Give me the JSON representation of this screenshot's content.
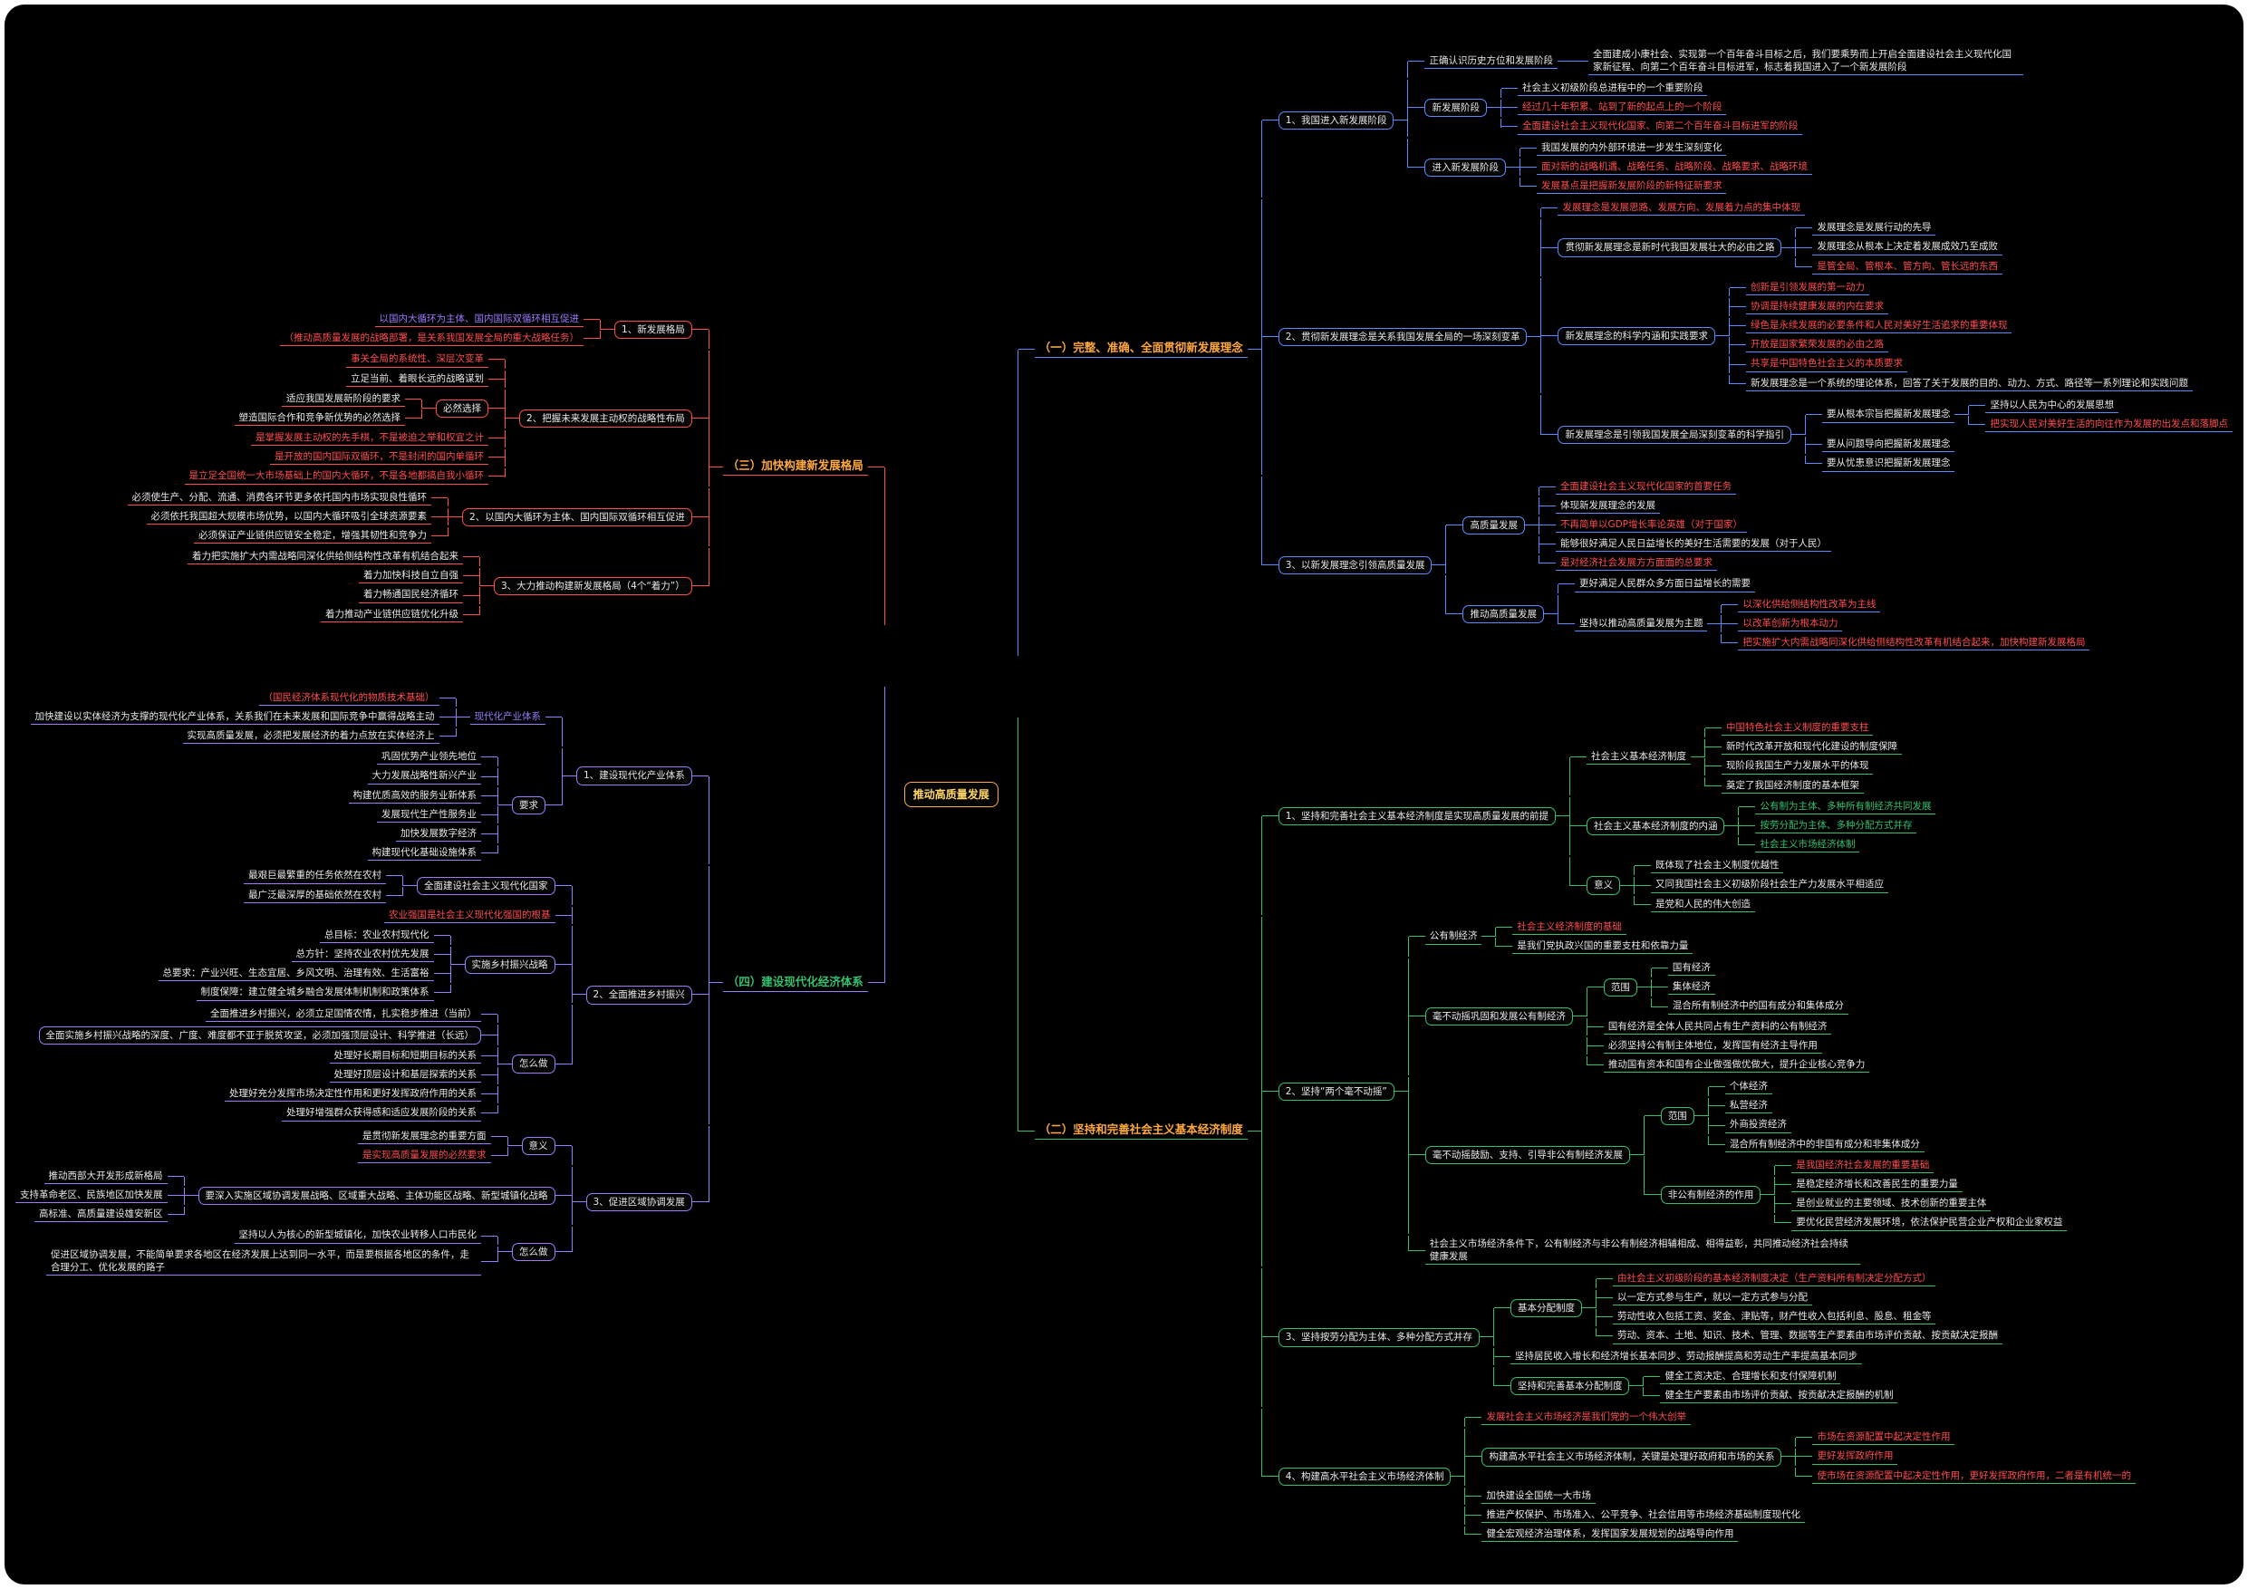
{
  "palette": {
    "blue": "#5b8cff",
    "green": "#35c06f",
    "red": "#ff4d4f",
    "purple": "#9d7bff",
    "orange": "#ffa940",
    "magenta": "#e85ce8",
    "yellow": "#ffd666",
    "white": "#e8e8e8"
  },
  "root": {
    "t": "推动高质量发展"
  },
  "right": [
    {
      "t": "（一）完整、准确、全面贯彻新发展理念",
      "c": "o",
      "lc": "blue",
      "children": [
        {
          "t": "1、我国进入新发展阶段",
          "box": true,
          "children": [
            {
              "t": "正确认识历史方位和发展阶段",
              "children": [
                {
                  "t": "全面建成小康社会、实现第一个百年奋斗目标之后，我们要乘势而上开启全面建设社会主义现代化国家新征程、向第二个百年奋斗目标进军，标志着我国进入了一个新发展阶段"
                }
              ]
            },
            {
              "t": "新发展阶段",
              "box": true,
              "children": [
                {
                  "t": "社会主义初级阶段总进程中的一个重要阶段"
                },
                {
                  "t": "经过几十年积累、站到了新的起点上的一个阶段",
                  "c": "r"
                },
                {
                  "t": "全面建设社会主义现代化国家、向第二个百年奋斗目标进军的阶段",
                  "c": "r"
                }
              ]
            },
            {
              "t": "进入新发展阶段",
              "box": true,
              "children": [
                {
                  "t": "我国发展的内外部环境进一步发生深刻变化"
                },
                {
                  "t": "面对新的战略机遇、战略任务、战略阶段、战略要求、战略环境",
                  "c": "r"
                },
                {
                  "t": "发展基点是把握新发展阶段的新特征新要求",
                  "c": "r"
                }
              ]
            }
          ]
        },
        {
          "t": "2、贯彻新发展理念是关系我国发展全局的一场深刻变革",
          "box": true,
          "children": [
            {
              "t": "发展理念是发展思路、发展方向、发展着力点的集中体现",
              "c": "r"
            },
            {
              "t": "贯彻新发展理念是新时代我国发展壮大的必由之路",
              "box": true,
              "children": [
                {
                  "t": "发展理念是发展行动的先导"
                },
                {
                  "t": "发展理念从根本上决定着发展成效乃至成败"
                },
                {
                  "t": "是管全局、管根本、管方向、管长远的东西",
                  "c": "r"
                }
              ]
            },
            {
              "t": "新发展理念的科学内涵和实践要求",
              "box": true,
              "children": [
                {
                  "t": "创新是引领发展的第一动力",
                  "c": "r"
                },
                {
                  "t": "协调是持续健康发展的内在要求",
                  "c": "r"
                },
                {
                  "t": "绿色是永续发展的必要条件和人民对美好生活追求的重要体现",
                  "c": "r"
                },
                {
                  "t": "开放是国家繁荣发展的必由之路",
                  "c": "r"
                },
                {
                  "t": "共享是中国特色社会主义的本质要求",
                  "c": "r"
                },
                {
                  "t": "新发展理念是一个系统的理论体系，回答了关于发展的目的、动力、方式、路径等一系列理论和实践问题"
                }
              ]
            },
            {
              "t": "新发展理念是引领我国发展全局深刻变革的科学指引",
              "box": true,
              "children": [
                {
                  "t": "要从根本宗旨把握新发展理念",
                  "children": [
                    {
                      "t": "坚持以人民为中心的发展思想"
                    },
                    {
                      "t": "把实现人民对美好生活的向往作为发展的出发点和落脚点",
                      "c": "r"
                    }
                  ]
                },
                {
                  "t": "要从问题导向把握新发展理念"
                },
                {
                  "t": "要从忧患意识把握新发展理念"
                }
              ]
            }
          ]
        },
        {
          "t": "3、以新发展理念引领高质量发展",
          "box": true,
          "children": [
            {
              "t": "高质量发展",
              "box": true,
              "children": [
                {
                  "t": "全面建设社会主义现代化国家的首要任务",
                  "c": "r"
                },
                {
                  "t": "体现新发展理念的发展"
                },
                {
                  "t": "不再简单以GDP增长率论英雄（对于国家）",
                  "c": "r"
                },
                {
                  "t": "能够很好满足人民日益增长的美好生活需要的发展（对于人民）"
                },
                {
                  "t": "是对经济社会发展方方面面的总要求",
                  "c": "r"
                }
              ]
            },
            {
              "t": "推动高质量发展",
              "box": true,
              "children": [
                {
                  "t": "更好满足人民群众多方面日益增长的需要"
                },
                {
                  "t": "坚持以推动高质量发展为主题",
                  "children": [
                    {
                      "t": "以深化供给侧结构性改革为主线",
                      "c": "r"
                    },
                    {
                      "t": "以改革创新为根本动力",
                      "c": "r"
                    },
                    {
                      "t": "把实施扩大内需战略同深化供给侧结构性改革有机结合起来，加快构建新发展格局",
                      "c": "r"
                    }
                  ]
                }
              ]
            }
          ]
        }
      ]
    },
    {
      "t": "（二）坚持和完善社会主义基本经济制度",
      "c": "o",
      "lc": "green",
      "children": [
        {
          "t": "1、坚持和完善社会主义基本经济制度是实现高质量发展的前提",
          "box": true,
          "children": [
            {
              "t": "社会主义基本经济制度",
              "children": [
                {
                  "t": "中国特色社会主义制度的重要支柱",
                  "c": "r"
                },
                {
                  "t": "新时代改革开放和现代化建设的制度保障"
                },
                {
                  "t": "现阶段我国生产力发展水平的体现"
                },
                {
                  "t": "奠定了我国经济制度的基本框架"
                }
              ]
            },
            {
              "t": "社会主义基本经济制度的内涵",
              "box": true,
              "children": [
                {
                  "t": "公有制为主体、多种所有制经济共同发展",
                  "c": "g"
                },
                {
                  "t": "按劳分配为主体、多种分配方式并存",
                  "c": "g"
                },
                {
                  "t": "社会主义市场经济体制",
                  "c": "g"
                }
              ]
            },
            {
              "t": "意义",
              "box": true,
              "children": [
                {
                  "t": "既体现了社会主义制度优越性"
                },
                {
                  "t": "又同我国社会主义初级阶段社会生产力发展水平相适应"
                },
                {
                  "t": "是党和人民的伟大创造"
                }
              ]
            }
          ]
        },
        {
          "t": "2、坚持“两个毫不动摇”",
          "box": true,
          "children": [
            {
              "t": "公有制经济",
              "children": [
                {
                  "t": "社会主义经济制度的基础",
                  "c": "r"
                },
                {
                  "t": "是我们党执政兴国的重要支柱和依靠力量"
                }
              ]
            },
            {
              "t": "毫不动摇巩固和发展公有制经济",
              "box": true,
              "children": [
                {
                  "t": "范围",
                  "box": true,
                  "children": [
                    {
                      "t": "国有经济"
                    },
                    {
                      "t": "集体经济"
                    },
                    {
                      "t": "混合所有制经济中的国有成分和集体成分"
                    }
                  ]
                },
                {
                  "t": "国有经济是全体人民共同占有生产资料的公有制经济"
                },
                {
                  "t": "必须坚持公有制主体地位，发挥国有经济主导作用"
                },
                {
                  "t": "推动国有资本和国有企业做强做优做大，提升企业核心竞争力"
                }
              ]
            },
            {
              "t": "毫不动摇鼓励、支持、引导非公有制经济发展",
              "box": true,
              "children": [
                {
                  "t": "范围",
                  "box": true,
                  "children": [
                    {
                      "t": "个体经济"
                    },
                    {
                      "t": "私营经济"
                    },
                    {
                      "t": "外商投资经济"
                    },
                    {
                      "t": "混合所有制经济中的非国有成分和非集体成分"
                    }
                  ]
                },
                {
                  "t": "非公有制经济的作用",
                  "box": true,
                  "children": [
                    {
                      "t": "是我国经济社会发展的重要基础",
                      "c": "r"
                    },
                    {
                      "t": "是稳定经济增长和改善民生的重要力量"
                    },
                    {
                      "t": "是创业就业的主要领域、技术创新的重要主体"
                    },
                    {
                      "t": "要优化民营经济发展环境，依法保护民营企业产权和企业家权益"
                    }
                  ]
                }
              ]
            },
            {
              "t": "社会主义市场经济条件下，公有制经济与非公有制经济相辅相成、相得益彰，共同推动经济社会持续健康发展"
            }
          ]
        },
        {
          "t": "3、坚持按劳分配为主体、多种分配方式并存",
          "box": true,
          "children": [
            {
              "t": "基本分配制度",
              "box": true,
              "children": [
                {
                  "t": "由社会主义初级阶段的基本经济制度决定（生产资料所有制决定分配方式）",
                  "c": "r"
                },
                {
                  "t": "以一定方式参与生产，就以一定方式参与分配"
                },
                {
                  "t": "劳动性收入包括工资、奖金、津贴等，财产性收入包括利息、股息、租金等"
                },
                {
                  "t": "劳动、资本、土地、知识、技术、管理、数据等生产要素由市场评价贡献、按贡献决定报酬"
                }
              ]
            },
            {
              "t": "坚持居民收入增长和经济增长基本同步、劳动报酬提高和劳动生产率提高基本同步"
            },
            {
              "t": "坚持和完善基本分配制度",
              "box": true,
              "children": [
                {
                  "t": "健全工资决定、合理增长和支付保障机制"
                },
                {
                  "t": "健全生产要素由市场评价贡献、按贡献决定报酬的机制"
                }
              ]
            }
          ]
        },
        {
          "t": "4、构建高水平社会主义市场经济体制",
          "box": true,
          "children": [
            {
              "t": "发展社会主义市场经济是我们党的一个伟大创举",
              "c": "r"
            },
            {
              "t": "构建高水平社会主义市场经济体制，关键是处理好政府和市场的关系",
              "box": true,
              "children": [
                {
                  "t": "市场在资源配置中起决定性作用",
                  "c": "r"
                },
                {
                  "t": "更好发挥政府作用",
                  "c": "r"
                },
                {
                  "t": "使市场在资源配置中起决定性作用，更好发挥政府作用，二者是有机统一的",
                  "c": "r"
                }
              ]
            },
            {
              "t": "加快建设全国统一大市场"
            },
            {
              "t": "推进产权保护、市场准入、公平竞争、社会信用等市场经济基础制度现代化"
            },
            {
              "t": "健全宏观经济治理体系，发挥国家发展规划的战略导向作用"
            }
          ]
        }
      ]
    }
  ],
  "left": [
    {
      "t": "（三）加快构建新发展格局",
      "c": "o",
      "lc": "red",
      "children": [
        {
          "t": "1、新发展格局",
          "box": true,
          "children": [
            {
              "t": "以国内大循环为主体、国内国际双循环相互促进",
              "c": "p"
            },
            {
              "t": "（推动高质量发展的战略部署，是关系我国发展全局的重大战略任务）",
              "c": "r"
            }
          ]
        },
        {
          "t": "2、把握未来发展主动权的战略性布局",
          "box": true,
          "children": [
            {
              "t": "事关全局的系统性、深层次变革",
              "c": "r"
            },
            {
              "t": "立足当前、着眼长远的战略谋划"
            },
            {
              "t": "必然选择",
              "box": true,
              "children": [
                {
                  "t": "适应我国发展新阶段的要求"
                },
                {
                  "t": "塑造国际合作和竞争新优势的必然选择"
                }
              ]
            },
            {
              "t": "是掌握发展主动权的先手棋，不是被迫之举和权宜之计",
              "c": "r"
            },
            {
              "t": "是开放的国内国际双循环，不是封闭的国内单循环",
              "c": "r"
            },
            {
              "t": "是立足全国统一大市场基础上的国内大循环，不是各地都搞自我小循环",
              "c": "r"
            }
          ]
        },
        {
          "t": "2、以国内大循环为主体、国内国际双循环相互促进",
          "box": true,
          "children": [
            {
              "t": "必须使生产、分配、流通、消费各环节更多依托国内市场实现良性循环"
            },
            {
              "t": "必须依托我国超大规模市场优势，以国内大循环吸引全球资源要素"
            },
            {
              "t": "必须保证产业链供应链安全稳定，增强其韧性和竞争力"
            }
          ]
        },
        {
          "t": "3、大力推动构建新发展格局（4个“着力”）",
          "box": true,
          "children": [
            {
              "t": "着力把实施扩大内需战略同深化供给侧结构性改革有机结合起来"
            },
            {
              "t": "着力加快科技自立自强"
            },
            {
              "t": "着力畅通国民经济循环"
            },
            {
              "t": "着力推动产业链供应链优化升级"
            }
          ]
        }
      ]
    },
    {
      "t": "（四）建设现代化经济体系",
      "c": "g",
      "lc": "purple",
      "children": [
        {
          "t": "1、建设现代化产业体系",
          "box": true,
          "children": [
            {
              "t": "现代化产业体系",
              "c": "p",
              "children": [
                {
                  "t": "（国民经济体系现代化的物质技术基础）",
                  "c": "r"
                },
                {
                  "t": "加快建设以实体经济为支撑的现代化产业体系，关系我们在未来发展和国际竞争中赢得战略主动"
                },
                {
                  "t": "实现高质量发展，必须把发展经济的着力点放在实体经济上"
                }
              ]
            },
            {
              "t": "要求",
              "box": true,
              "children": [
                {
                  "t": "巩固优势产业领先地位"
                },
                {
                  "t": "大力发展战略性新兴产业"
                },
                {
                  "t": "构建优质高效的服务业新体系"
                },
                {
                  "t": "发展现代生产性服务业"
                },
                {
                  "t": "加快发展数字经济"
                },
                {
                  "t": "构建现代化基础设施体系"
                }
              ]
            }
          ]
        },
        {
          "t": "2、全面推进乡村振兴",
          "box": true,
          "children": [
            {
              "t": "全面建设社会主义现代化国家",
              "box": true,
              "children": [
                {
                  "t": "最艰巨最繁重的任务依然在农村"
                },
                {
                  "t": "最广泛最深厚的基础依然在农村"
                }
              ]
            },
            {
              "t": "农业强国是社会主义现代化强国的根基",
              "c": "r"
            },
            {
              "t": "实施乡村振兴战略",
              "box": true,
              "children": [
                {
                  "t": "总目标：农业农村现代化"
                },
                {
                  "t": "总方针：坚持农业农村优先发展"
                },
                {
                  "t": "总要求：产业兴旺、生态宜居、乡风文明、治理有效、生活富裕"
                },
                {
                  "t": "制度保障：建立健全城乡融合发展体制机制和政策体系"
                }
              ]
            },
            {
              "t": "怎么做",
              "box": true,
              "children": [
                {
                  "t": "全面推进乡村振兴，必须立足国情农情，扎实稳步推进（当前）"
                },
                {
                  "t": "全面实施乡村振兴战略的深度、广度、难度都不亚于脱贫攻坚，必须加强顶层设计、科学推进（长远）",
                  "box": true
                },
                {
                  "t": "处理好长期目标和短期目标的关系"
                },
                {
                  "t": "处理好顶层设计和基层探索的关系"
                },
                {
                  "t": "处理好充分发挥市场决定性作用和更好发挥政府作用的关系"
                },
                {
                  "t": "处理好增强群众获得感和适应发展阶段的关系"
                }
              ]
            }
          ]
        },
        {
          "t": "3、促进区域协调发展",
          "box": true,
          "children": [
            {
              "t": "意义",
              "box": true,
              "children": [
                {
                  "t": "是贯彻新发展理念的重要方面"
                },
                {
                  "t": "是实现高质量发展的必然要求",
                  "c": "r"
                }
              ]
            },
            {
              "t": "要深入实施区域协调发展战略、区域重大战略、主体功能区战略、新型城镇化战略",
              "box": true,
              "children": [
                {
                  "t": "推动西部大开发形成新格局"
                },
                {
                  "t": "支持革命老区、民族地区加快发展"
                },
                {
                  "t": "高标准、高质量建设雄安新区"
                }
              ]
            },
            {
              "t": "怎么做",
              "box": true,
              "children": [
                {
                  "t": "坚持以人为核心的新型城镇化，加快农业转移人口市民化"
                },
                {
                  "t": "促进区域协调发展，不能简单要求各地区在经济发展上达到同一水平，而是要根据各地区的条件，走合理分工、优化发展的路子"
                }
              ]
            }
          ]
        }
      ]
    }
  ]
}
